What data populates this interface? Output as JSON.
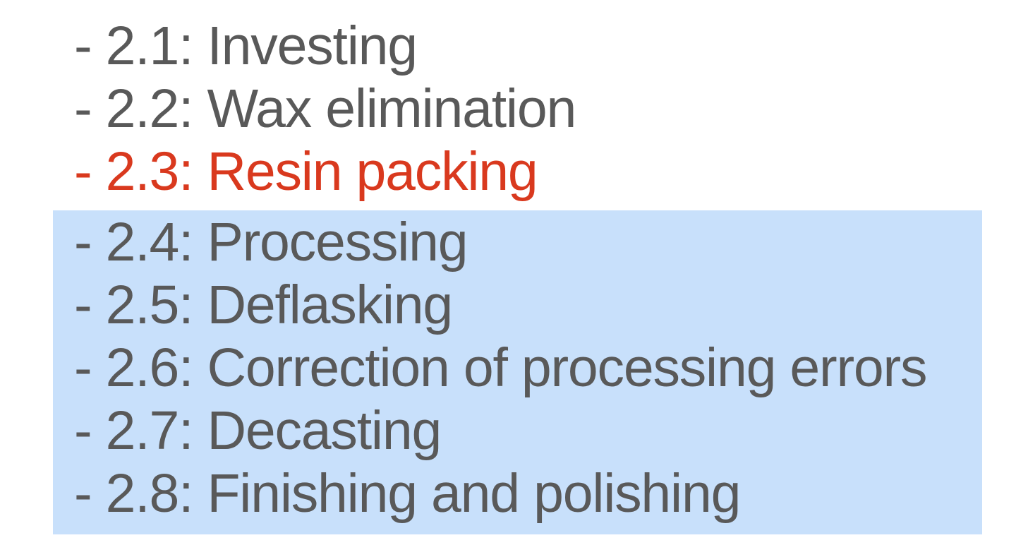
{
  "outline": {
    "colors": {
      "text": "#595959",
      "active": "#d9391e",
      "highlight": "#c8e0fb"
    },
    "items": [
      {
        "label": "- 2.1: Investing",
        "state": "normal"
      },
      {
        "label": "- 2.2: Wax elimination",
        "state": "normal"
      },
      {
        "label": "- 2.3: Resin packing",
        "state": "current"
      },
      {
        "label": "- 2.4: Processing",
        "state": "highlighted"
      },
      {
        "label": "- 2.5: Deflasking",
        "state": "highlighted"
      },
      {
        "label": "- 2.6: Correction of processing errors",
        "state": "highlighted"
      },
      {
        "label": "- 2.7: Decasting",
        "state": "highlighted"
      },
      {
        "label": "- 2.8: Finishing and polishing",
        "state": "highlighted"
      }
    ]
  }
}
